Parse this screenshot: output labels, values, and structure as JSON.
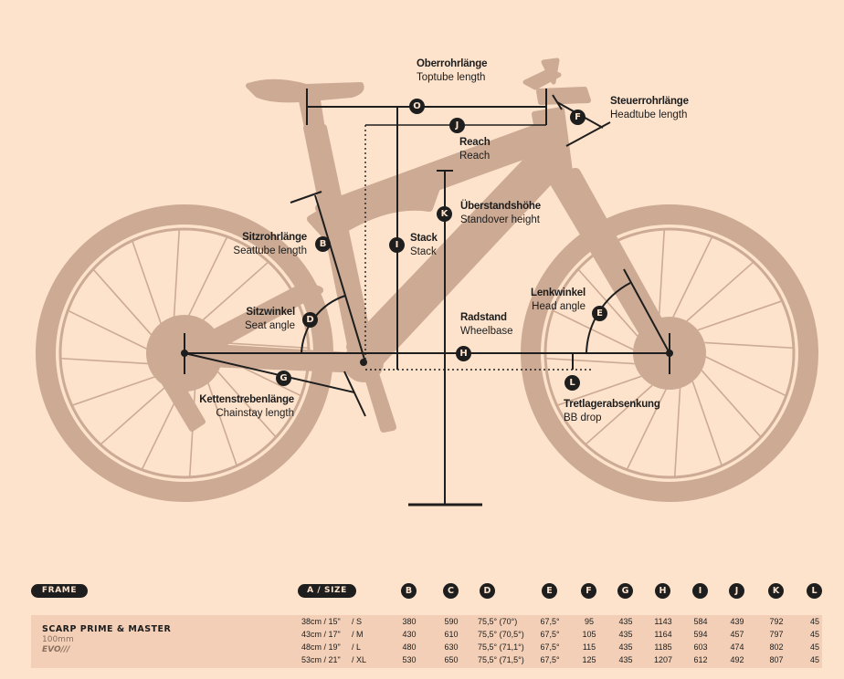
{
  "labels": {
    "O": {
      "de": "Oberrohrlänge",
      "en": "Toptube length"
    },
    "F": {
      "de": "Steuerrohrlänge",
      "en": "Headtube length"
    },
    "J": {
      "de": "Reach",
      "en": "Reach"
    },
    "K": {
      "de": "Überstandshöhe",
      "en": "Standover height"
    },
    "I": {
      "de": "Stack",
      "en": "Stack"
    },
    "B": {
      "de": "Sitzrohrlänge",
      "en": "Seattube length"
    },
    "D": {
      "de": "Sitzwinkel",
      "en": "Seat angle"
    },
    "H": {
      "de": "Radstand",
      "en": "Wheelbase"
    },
    "E": {
      "de": "Lenkwinkel",
      "en": "Head angle"
    },
    "G": {
      "de": "Kettenstrebenlänge",
      "en": "Chainstay length"
    },
    "L": {
      "de": "Tretlagerabsenkung",
      "en": "BB drop"
    }
  },
  "badges": {
    "O": "O",
    "F": "F",
    "J": "J",
    "K": "K",
    "I": "I",
    "B": "B",
    "D": "D",
    "H": "H",
    "E": "E",
    "G": "G",
    "L": "L"
  },
  "table": {
    "frame_label": "FRAME",
    "size_label": "A / SIZE",
    "columns": [
      "B",
      "C",
      "D",
      "E",
      "F",
      "G",
      "H",
      "I",
      "J",
      "K",
      "L"
    ],
    "model": {
      "name": "SCARP PRIME & MASTER",
      "travel": "100mm",
      "evo": "EVO///"
    },
    "rows": [
      {
        "size": "38cm / 15\"",
        "letter": "/ S",
        "values": [
          "380",
          "590",
          "75,5° (70°)",
          "67,5°",
          "95",
          "435",
          "1143",
          "584",
          "439",
          "792",
          "45"
        ]
      },
      {
        "size": "43cm / 17\"",
        "letter": "/ M",
        "values": [
          "430",
          "610",
          "75,5° (70,5°)",
          "67,5°",
          "105",
          "435",
          "1164",
          "594",
          "457",
          "797",
          "45"
        ]
      },
      {
        "size": "48cm / 19\"",
        "letter": "/ L",
        "values": [
          "480",
          "630",
          "75,5° (71,1°)",
          "67,5°",
          "115",
          "435",
          "1185",
          "603",
          "474",
          "802",
          "45"
        ]
      },
      {
        "size": "53cm / 21\"",
        "letter": "/ XL",
        "values": [
          "530",
          "650",
          "75,5° (71,5°)",
          "67,5°",
          "125",
          "435",
          "1207",
          "612",
          "492",
          "807",
          "45"
        ]
      }
    ]
  },
  "colors": {
    "background": "#fde3cc",
    "bike": "#ccaa93",
    "ink": "#1e1e1e",
    "table_band": "#f2cfb6"
  }
}
